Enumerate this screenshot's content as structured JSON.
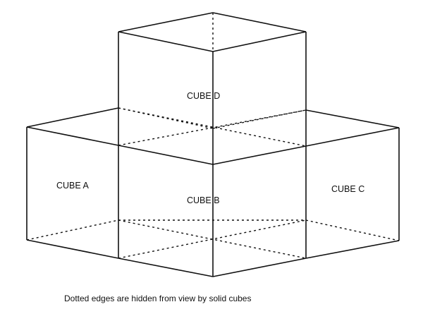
{
  "labels": {
    "cube_a": "CUBE A",
    "cube_b": "CUBE B",
    "cube_c": "CUBE C",
    "cube_d": "CUBE D"
  },
  "caption": "Dotted edges are hidden from view by solid cubes",
  "colors": {
    "line": "#111111",
    "background": "#ffffff"
  }
}
